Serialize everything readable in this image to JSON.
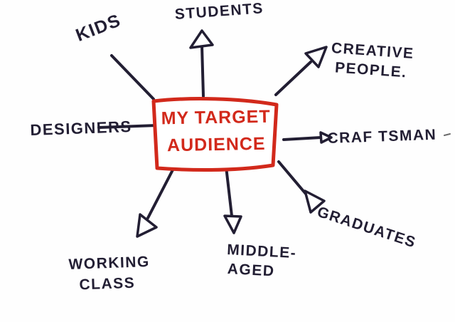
{
  "colors": {
    "ink": "#221e33",
    "accent": "#d2291b",
    "paper": "#fefefe"
  },
  "diagram": {
    "type": "mind-map",
    "style": "hand-drawn-marker",
    "center": {
      "line1": "MY TARGET",
      "line2": "AUDIENCE",
      "shape": "red-rectangle"
    },
    "nodes": [
      {
        "id": "kids",
        "label": "KIDS",
        "connector": "plain-line",
        "position": "top-left"
      },
      {
        "id": "students",
        "label": "STUDENTS",
        "connector": "arrow",
        "position": "top"
      },
      {
        "id": "creative-people",
        "label": "CREATIVE",
        "label2": "PEOPLE.",
        "connector": "arrow",
        "position": "top-right"
      },
      {
        "id": "craftsman",
        "label": "CRAF TSMAN",
        "connector": "arrow",
        "position": "right"
      },
      {
        "id": "graduates",
        "label": "GRADUATES",
        "connector": "arrow",
        "position": "bottom-right"
      },
      {
        "id": "middle-aged",
        "label": "MIDDLE-",
        "label2": "AGED",
        "connector": "arrow",
        "position": "bottom"
      },
      {
        "id": "working-class",
        "label": "WORKING",
        "label2": "CLASS",
        "connector": "arrow",
        "position": "bottom-left"
      },
      {
        "id": "designers",
        "label": "DESIGNERS",
        "connector": "plain-line",
        "position": "left"
      }
    ]
  }
}
